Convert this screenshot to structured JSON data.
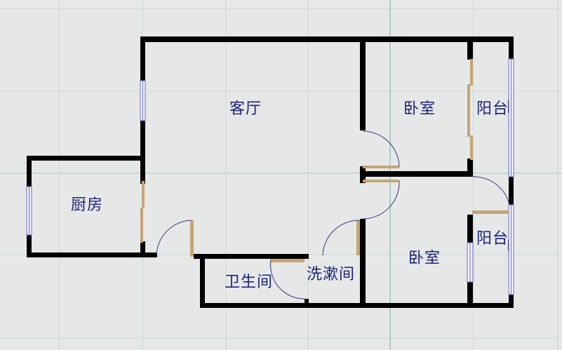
{
  "plan": {
    "background": "#e6e8e8",
    "wall_color": "#000000",
    "door_leaf_color": "#b89a6a",
    "window_color": "#6f6fb8",
    "label_color": "#1c2278",
    "grid_color": "#c9d6d6",
    "rooms": [
      {
        "id": "living-room",
        "label": "客厅"
      },
      {
        "id": "bedroom-1",
        "label": "卧室"
      },
      {
        "id": "balcony-1",
        "label": "阳台"
      },
      {
        "id": "kitchen",
        "label": "厨房"
      },
      {
        "id": "bathroom",
        "label": "卫生间"
      },
      {
        "id": "washroom",
        "label": "洗漱间"
      },
      {
        "id": "bedroom-2",
        "label": "卧室"
      },
      {
        "id": "balcony-2",
        "label": "阳台"
      }
    ]
  }
}
